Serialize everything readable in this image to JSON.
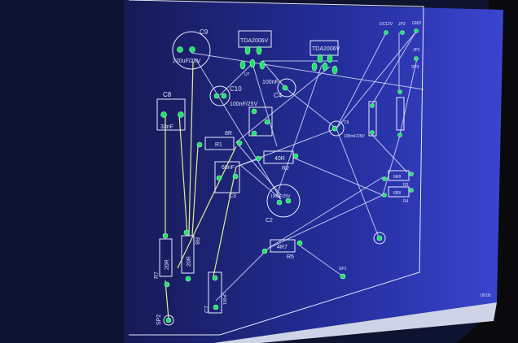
{
  "app": {
    "screen_color": "#2b33a6",
    "wire_color": "#d8dcff",
    "pad_color": "#22e06a",
    "highlight_wire_color": "#e6ec8a"
  },
  "components": {
    "c9": {
      "ref": "C9",
      "value": "220uF/25V"
    },
    "u1": {
      "ref": "U?",
      "value": "TDA2006V"
    },
    "u2": {
      "value": "TDA2006V"
    },
    "c10": {
      "ref": "C10",
      "value": "100nF/25V"
    },
    "c4": {
      "ref": "C4",
      "value": "100nF"
    },
    "c8": {
      "ref": "C8",
      "value": "33nF"
    },
    "c6": {
      "ref": "C6",
      "value": "100mF/25V"
    },
    "r1": {
      "ref": "R1",
      "value": "8R"
    },
    "r2": {
      "ref": "R2",
      "value": "40R"
    },
    "c3": {
      "ref": "C3",
      "value": "68nF"
    },
    "c2": {
      "ref": "C2",
      "value": "100uF/25V"
    },
    "r7": {
      "ref": "R7",
      "value": "20R"
    },
    "r8": {
      "ref": "R8",
      "value": "20R"
    },
    "c7": {
      "ref": "C7",
      "value": "100nF"
    },
    "r5": {
      "ref": "R5",
      "value": "4R7"
    },
    "r3": {
      "ref": "R3",
      "value": "6R8"
    },
    "r4": {
      "ref": "R4",
      "value": "6R8"
    },
    "sp1": {
      "ref": "SP1"
    },
    "sp2": {
      "ref": "SP2"
    },
    "sp3": {
      "ref": "SP3"
    },
    "dc12v": {
      "ref": "DC12V"
    },
    "jp2": {
      "ref": "JP2"
    },
    "gnd": {
      "ref": "GND"
    },
    "jp1": {
      "ref": "JP1"
    }
  },
  "taskbar": {
    "time": "09:05"
  }
}
